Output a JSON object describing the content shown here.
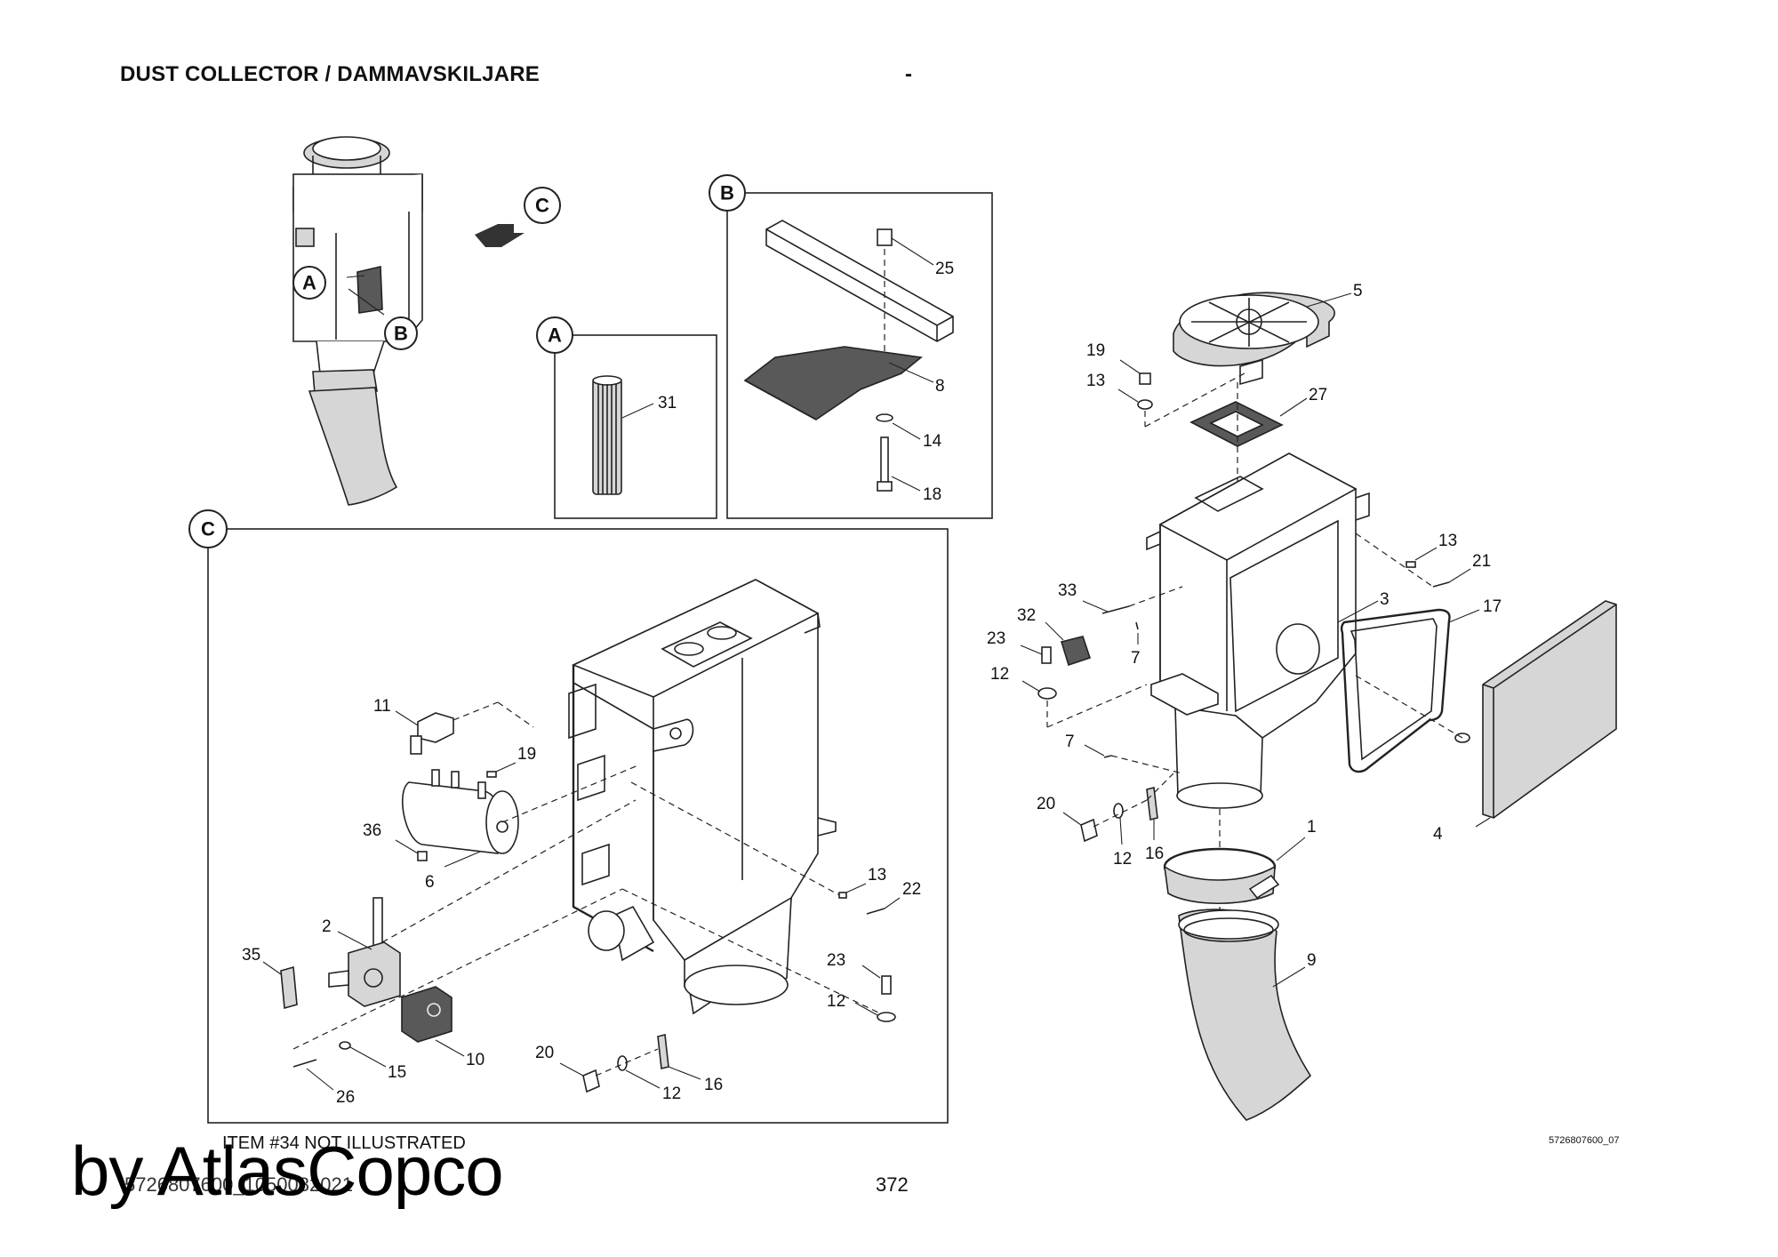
{
  "header": {
    "title": "DUST COLLECTOR / DAMMAVSKILJARE",
    "dash": "-"
  },
  "footer": {
    "note": "ITEM #34  NOT ILLUSTRATED",
    "doc_number": "5726807600_1050082021",
    "page": "372",
    "drawing_number": "5726807600_07",
    "watermark": "by AtlasCopco"
  },
  "views": {
    "a": "A",
    "b": "B",
    "c": "C",
    "overview_a": "A",
    "overview_b": "B",
    "overview_c": "C"
  },
  "callouts": {
    "a": [
      "31"
    ],
    "b": [
      "25",
      "8",
      "14",
      "18"
    ],
    "c": [
      "11",
      "19",
      "36",
      "6",
      "2",
      "35",
      "10",
      "15",
      "26",
      "13",
      "22",
      "23",
      "12",
      "20",
      "12",
      "16"
    ],
    "main": [
      "5",
      "19",
      "13",
      "27",
      "13",
      "21",
      "33",
      "32",
      "23",
      "7",
      "3",
      "17",
      "12",
      "7",
      "20",
      "12",
      "16",
      "1",
      "4",
      "9"
    ]
  },
  "colors": {
    "line": "#222222",
    "panel_gray": "#c8c8c8",
    "dark_gray": "#555555"
  }
}
